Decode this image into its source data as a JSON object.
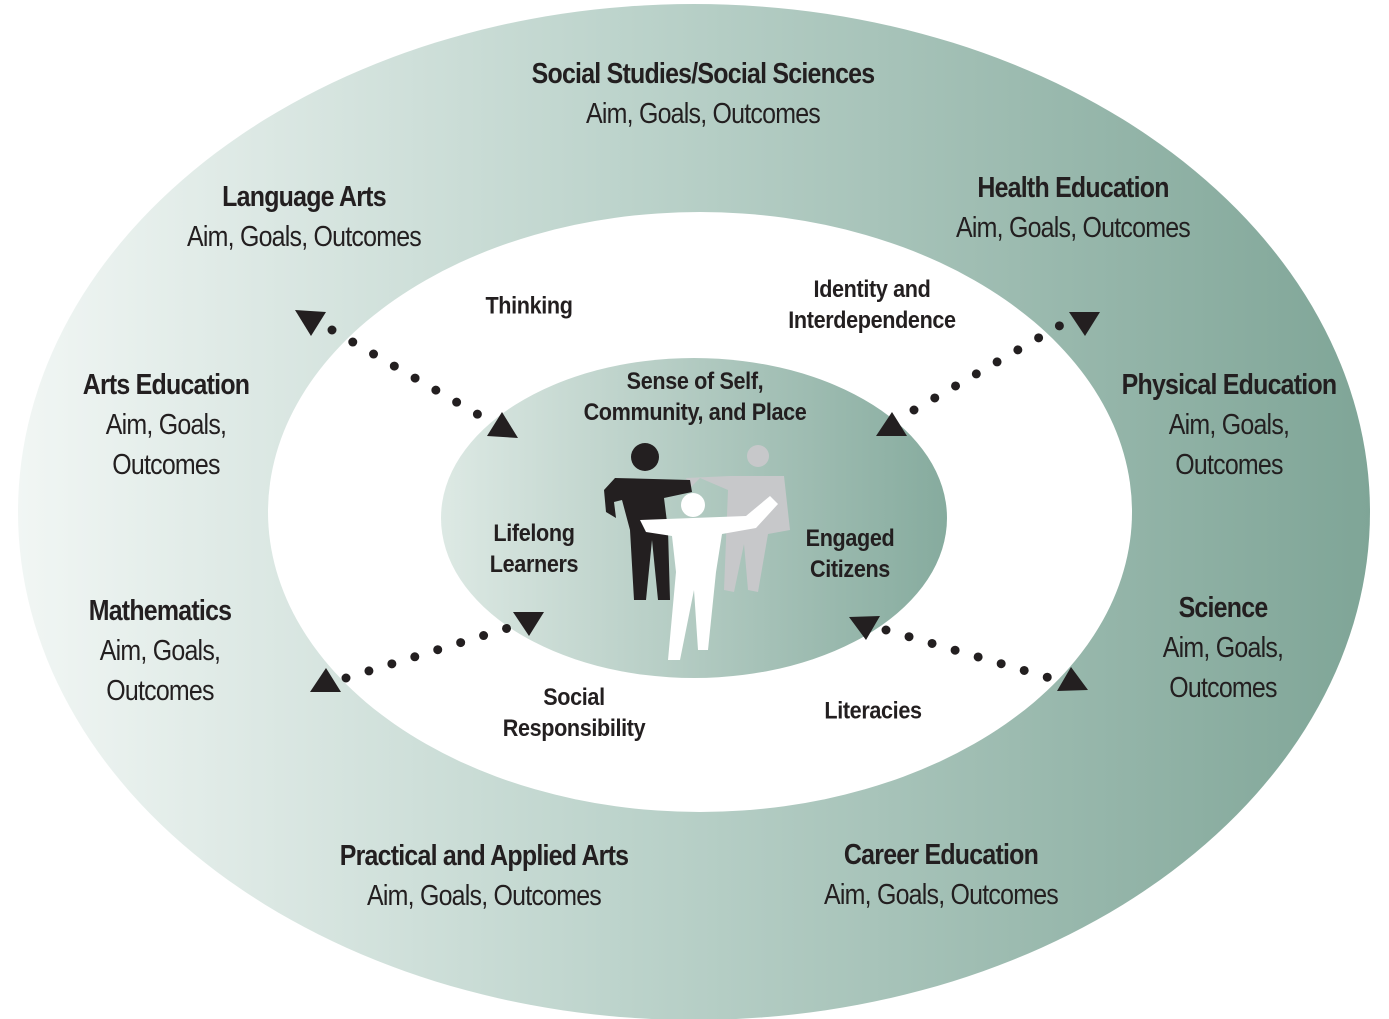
{
  "subjects": [
    {
      "id": "social-studies",
      "title": "Social Studies/Social Sciences",
      "body": "Aim, Goals, Outcomes"
    },
    {
      "id": "language-arts",
      "title": "Language Arts",
      "body": "Aim, Goals, Outcomes"
    },
    {
      "id": "health-education",
      "title": "Health Education",
      "body": "Aim, Goals, Outcomes"
    },
    {
      "id": "arts-education",
      "title": "Arts Education",
      "body": "Aim, Goals,\nOutcomes"
    },
    {
      "id": "physical-education",
      "title": "Physical Education",
      "body": "Aim, Goals,\nOutcomes"
    },
    {
      "id": "mathematics",
      "title": "Mathematics",
      "body": "Aim, Goals,\nOutcomes"
    },
    {
      "id": "science",
      "title": "Science",
      "body": "Aim, Goals,\nOutcomes"
    },
    {
      "id": "practical-applied-arts",
      "title": "Practical and Applied Arts",
      "body": "Aim, Goals, Outcomes"
    },
    {
      "id": "career-education",
      "title": "Career Education",
      "body": "Aim, Goals, Outcomes"
    }
  ],
  "competencies": [
    {
      "id": "thinking",
      "label": "Thinking"
    },
    {
      "id": "identity",
      "label": "Identity and\nInterdependence"
    },
    {
      "id": "social-responsibility",
      "label": "Social\nResponsibility"
    },
    {
      "id": "literacies",
      "label": "Literacies"
    }
  ],
  "goals": [
    {
      "id": "sense-of-self",
      "label": "Sense of Self,\nCommunity, and Place"
    },
    {
      "id": "lifelong-learners",
      "label": "Lifelong\nLearners"
    },
    {
      "id": "engaged-citizens",
      "label": "Engaged\nCitizens"
    }
  ],
  "colors": {
    "ring_light": "#f1f6f4",
    "ring_mid": "#bcd3cb",
    "ring_dark": "#7fa597",
    "center_light": "#dde9e4",
    "center_dark": "#86ab9e",
    "text": "#231f20",
    "figure_black": "#231f20",
    "figure_gray": "#c7c8ca",
    "figure_white": "#ffffff"
  },
  "icons": [
    "three-people-icon",
    "arrowhead-icon"
  ]
}
